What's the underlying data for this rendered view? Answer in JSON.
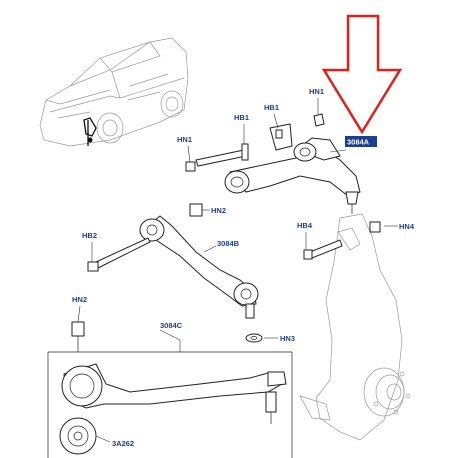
{
  "colors": {
    "label": "#1a3f8f",
    "arrow": "#e0201b",
    "selected_bg": "#1a3f8f"
  },
  "callouts": {
    "hn1_top": "HN1",
    "hb1_mid": "HB1",
    "hb1_left": "HB1",
    "hn1_left": "HN1",
    "selected_part": "3084A",
    "hn2_mid": "HN2",
    "hb2": "HB2",
    "part_3084b": "3084B",
    "hb4": "HB4",
    "hn4": "HN4",
    "hn2_low": "HN2",
    "hn3": "HN3",
    "part_3084c": "3084C",
    "part_3a262": "3A262"
  },
  "icons": {
    "indicator": "down-arrow-icon",
    "vehicle": "vehicle-thumbnail"
  }
}
